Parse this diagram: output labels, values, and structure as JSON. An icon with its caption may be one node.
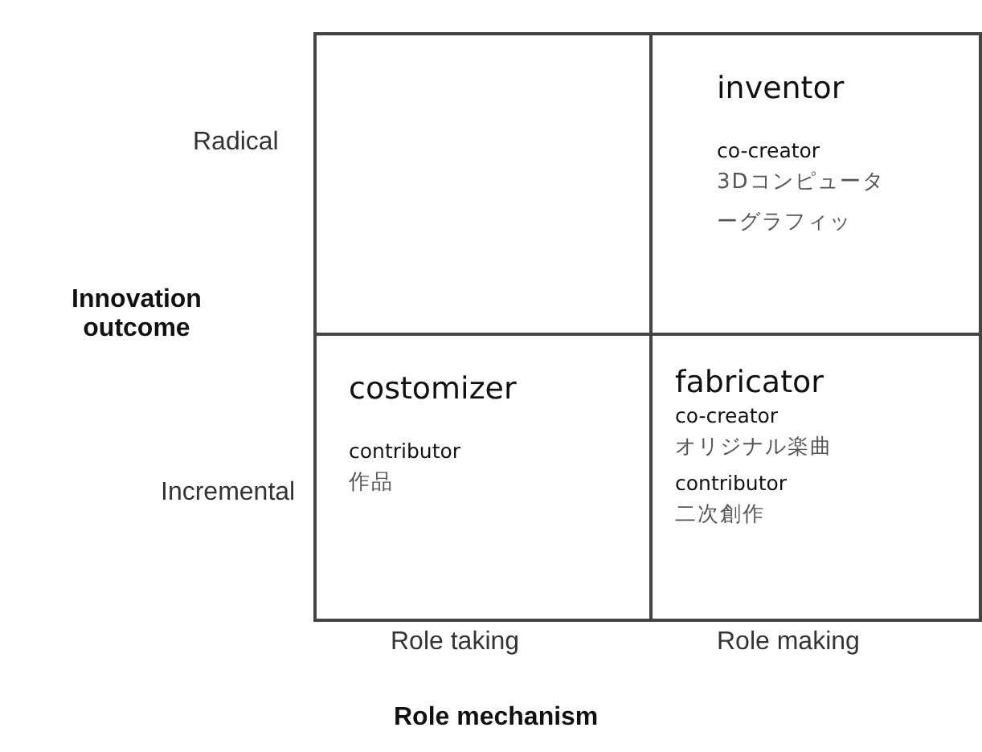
{
  "diagram": {
    "nodes": [
      {
        "text": [],
        "shape": "box"
      },
      {
        "text": [
          "inventor",
          "co-creator",
          "3Dコンピューターグラフィッ"
        ]
      },
      {
        "text": [
          "costomizer",
          "contributor",
          "作品"
        ]
      },
      {
        "text": [
          "fabricator",
          "co-creator",
          "オリジナル楽曲",
          "contributor",
          "二次創作"
        ]
      }
    ],
    "edges": [],
    "labels": [
      "Radical",
      "Innovation outcome",
      "Incremental",
      "Role taking",
      "Role making",
      "Role mechanism"
    ]
  }
}
